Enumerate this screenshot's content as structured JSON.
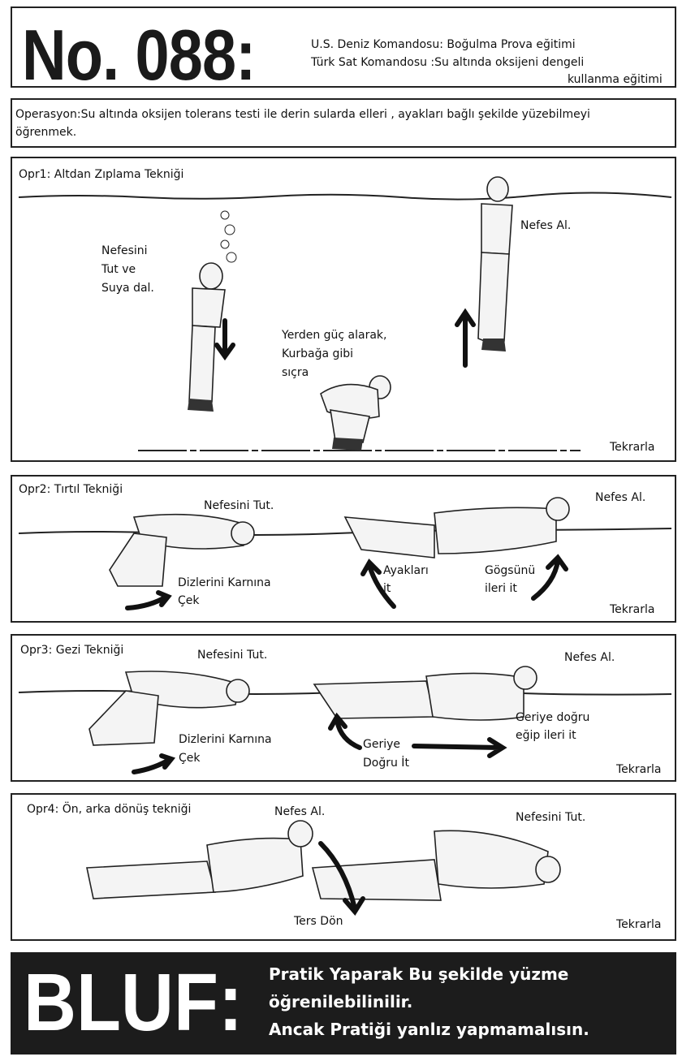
{
  "header": {
    "number": "No. 088:",
    "line1": "U.S. Deniz Komandosu: Boğulma Prova eğitimi",
    "line2": "Türk Sat Komandosu :Su altında oksijeni dengeli",
    "line3": "kullanma eğitimi"
  },
  "operation": {
    "line1": "Operasyon:Su altında oksijen tolerans testi ile derin sularda elleri , ayakları bağlı şekilde yüzebilmeyi",
    "line2": "öğrenmek."
  },
  "panels": [
    {
      "title": "Opr1: Altdan Zıplama Tekniği",
      "labels": [
        [
          "Nefesini",
          "Tut ve",
          "Suya dal."
        ],
        [
          "Yerden güç alarak,",
          "Kurbağa gibi",
          "sıçra"
        ],
        [
          "Nefes Al."
        ]
      ],
      "repeat": "Tekrarla"
    },
    {
      "title": "Opr2: Tırtıl Tekniği",
      "labels": [
        [
          "Nefesini Tut."
        ],
        [
          "Dizlerini Karnına",
          "Çek"
        ],
        [
          "Ayakları",
          "it"
        ],
        [
          "Gögsünü",
          "ileri it"
        ],
        [
          "Nefes Al."
        ]
      ],
      "repeat": "Tekrarla"
    },
    {
      "title": "Opr3: Gezi Tekniği",
      "labels": [
        [
          "Nefesini Tut."
        ],
        [
          "Dizlerini Karnına",
          "Çek"
        ],
        [
          "Geriye",
          "Doğru İt"
        ],
        [
          "Geriye doğru",
          "eğip ileri it"
        ],
        [
          "Nefes Al."
        ]
      ],
      "repeat": "Tekrarla"
    },
    {
      "title": "Opr4: Ön, arka dönüş tekniği",
      "labels": [
        [
          "Nefes Al."
        ],
        [
          "Nefesini Tut."
        ],
        [
          "Ters Dön"
        ]
      ],
      "repeat": "Tekrarla"
    }
  ],
  "bluf": {
    "word": "BLUF:",
    "line1": "Pratik Yaparak Bu şekilde yüzme",
    "line2": "öğrenilebilinilir.",
    "line3": "Ancak Pratiği yanlız yapmamalısın."
  }
}
